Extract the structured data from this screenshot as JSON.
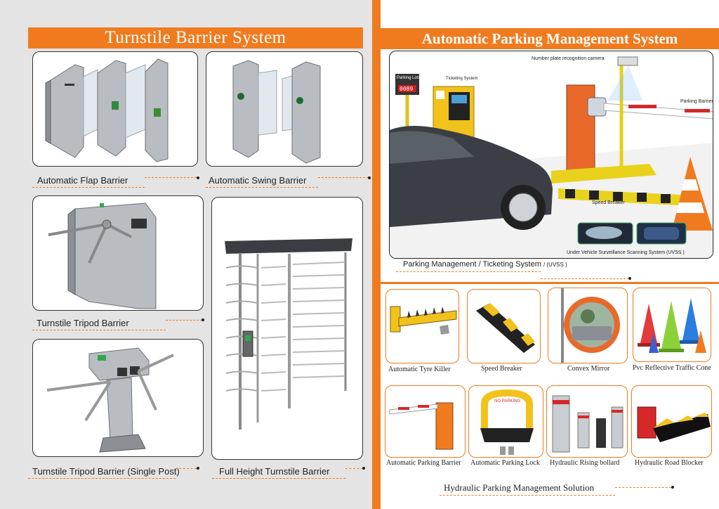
{
  "left": {
    "banner_title": "Turnstile Barrier System",
    "products": [
      {
        "caption": "Automatic Flap Barrier"
      },
      {
        "caption": "Automatic Swing Barrier"
      },
      {
        "caption": "Turnstile Tripod Barrier"
      },
      {
        "caption": "Turnstile Tripod Barrier (Single Post)"
      },
      {
        "caption": "Full Height Turnstile Barrier"
      }
    ]
  },
  "right": {
    "banner_title": "Automatic Parking Management System",
    "scene_labels": {
      "camera": "Number plate recognition camera",
      "ticketing": "Ticketing System",
      "parking_lots": "Parking Lots",
      "lots_count": "0089",
      "barrier": "Parking Barrier",
      "speed_breaker": "Speed Breaker",
      "uvss": "Under Vehicle Surveillance Scanning System (UVSS )"
    },
    "scene_caption": "Parking Management / Ticketing System",
    "scene_caption_suffix": "/ (UVSS )",
    "products_row1": [
      {
        "caption": "Automatic Tyre Killer"
      },
      {
        "caption": "Speed Breaker"
      },
      {
        "caption": "Convex Mirror"
      },
      {
        "caption": "Pvc Reflective Traffic Cone"
      }
    ],
    "products_row2": [
      {
        "caption": "Automatic Parking Barrier"
      },
      {
        "caption": "Automatic Parking Lock"
      },
      {
        "caption": "Hydraulic Rising bollard"
      },
      {
        "caption": "Hydraulic Road Blocker"
      }
    ],
    "parking_lock_text": "NO PARKING",
    "bottom_caption": "Hydraulic Parking Management Solution"
  },
  "colors": {
    "accent": "#f07b1f",
    "left_bg": "#e4e4e4"
  }
}
